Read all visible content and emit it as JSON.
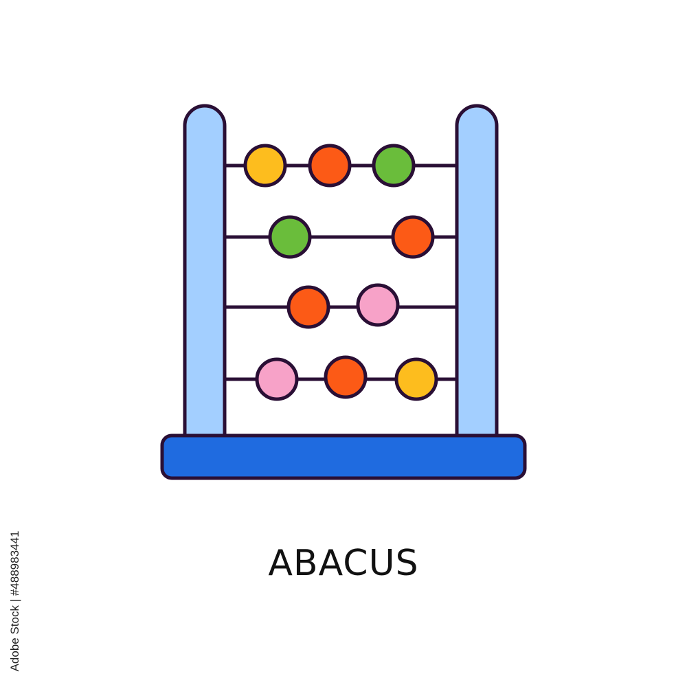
{
  "caption": "ABACUS",
  "stock_id": "Adobe Stock | #488983441",
  "icon": {
    "name": "abacus-icon",
    "colors": {
      "outline": "#2a0f35",
      "frame": "#a3cfff",
      "base": "#1f6be0",
      "yellow": "#fdbd1e",
      "orange": "#fc5a16",
      "green": "#6abd3b",
      "pink": "#f7a2c8"
    },
    "rods": [
      {
        "beads": [
          "yellow",
          "orange",
          "green"
        ]
      },
      {
        "beads": [
          "green",
          "orange"
        ]
      },
      {
        "beads": [
          "orange",
          "pink"
        ]
      },
      {
        "beads": [
          "pink",
          "orange",
          "yellow"
        ]
      }
    ]
  }
}
